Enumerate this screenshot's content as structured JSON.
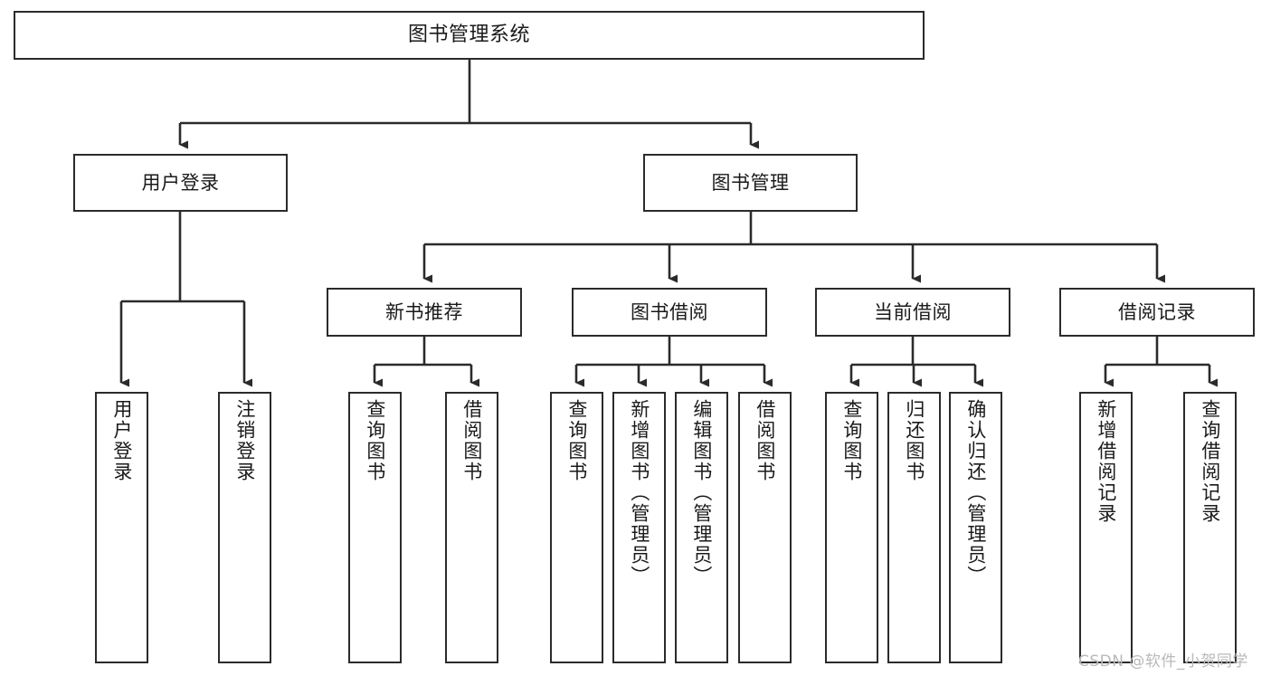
{
  "diagram": {
    "title": "图书管理系统",
    "type": "tree-hierarchy",
    "watermark": "CSDN @软件_小贺同学",
    "colors": {
      "node_border": "#2b2b2b",
      "node_fill": "#ffffff",
      "edge": "#2b2b2b",
      "text": "#1a1a1a",
      "watermark": "#b9b9b9",
      "background": "#ffffff"
    },
    "nodes": {
      "root": {
        "label": "图书管理系统"
      },
      "level2": [
        {
          "id": "user-login",
          "label": "用户登录"
        },
        {
          "id": "book-manage",
          "label": "图书管理"
        }
      ],
      "level3": [
        {
          "id": "new-book-recommend",
          "label": "新书推荐"
        },
        {
          "id": "book-borrow",
          "label": "图书借阅"
        },
        {
          "id": "current-borrow",
          "label": "当前借阅"
        },
        {
          "id": "borrow-record",
          "label": "借阅记录"
        }
      ],
      "leaves": {
        "user-login": [
          {
            "id": "leaf-user-login",
            "label": "用户登录"
          },
          {
            "id": "leaf-logout",
            "label": "注销登录"
          }
        ],
        "new-book-recommend": [
          {
            "id": "leaf-query-book-1",
            "label": "查询图书"
          },
          {
            "id": "leaf-borrow-book-1",
            "label": "借阅图书"
          }
        ],
        "book-borrow": [
          {
            "id": "leaf-query-book-2",
            "label": "查询图书"
          },
          {
            "id": "leaf-add-book",
            "label": "新增图书（管理员）"
          },
          {
            "id": "leaf-edit-book",
            "label": "编辑图书（管理员）"
          },
          {
            "id": "leaf-borrow-book-2",
            "label": "借阅图书"
          }
        ],
        "current-borrow": [
          {
            "id": "leaf-query-book-3",
            "label": "查询图书"
          },
          {
            "id": "leaf-return-book",
            "label": "归还图书"
          },
          {
            "id": "leaf-confirm-return",
            "label": "确认归还（管理员）"
          }
        ],
        "borrow-record": [
          {
            "id": "leaf-add-record",
            "label": "新增借阅记录"
          },
          {
            "id": "leaf-query-record",
            "label": "查询借阅记录"
          }
        ]
      }
    }
  }
}
